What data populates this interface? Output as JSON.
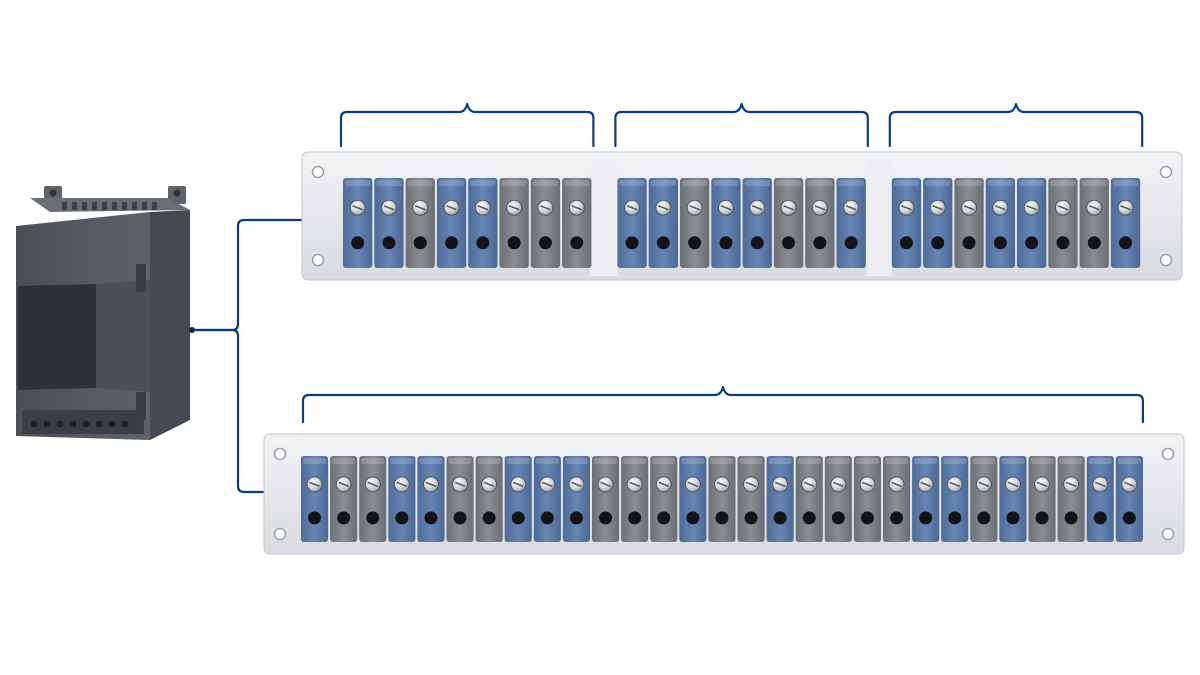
{
  "colors": {
    "background": "#ffffff",
    "blue_block": "#5b7aa8",
    "gray_block": "#7b7e83",
    "rail": "#e3e5e8",
    "connector": "#0d3a80",
    "module_body": "#52575e"
  },
  "icons": {
    "controller": "plc-controller-icon",
    "screw": "screw-head-icon",
    "hole": "wire-entry-hole-icon",
    "mount": "mounting-hole-icon"
  },
  "top_rail": {
    "groups": [
      {
        "blocks": [
          "blue",
          "blue",
          "gray",
          "blue",
          "blue",
          "gray",
          "gray",
          "gray"
        ]
      },
      {
        "blocks": [
          "blue",
          "blue",
          "gray",
          "blue",
          "blue",
          "gray",
          "gray",
          "blue"
        ]
      },
      {
        "blocks": [
          "blue",
          "blue",
          "gray",
          "blue",
          "blue",
          "gray",
          "gray",
          "blue"
        ]
      }
    ]
  },
  "bottom_rail": {
    "groups": [
      {
        "blocks": [
          "blue",
          "gray",
          "gray",
          "blue",
          "blue",
          "gray",
          "gray",
          "blue",
          "blue",
          "blue",
          "gray",
          "gray",
          "gray",
          "blue",
          "gray",
          "gray",
          "blue",
          "gray",
          "gray",
          "gray",
          "gray",
          "blue",
          "blue",
          "gray",
          "blue",
          "gray",
          "gray",
          "blue",
          "blue"
        ]
      }
    ]
  }
}
